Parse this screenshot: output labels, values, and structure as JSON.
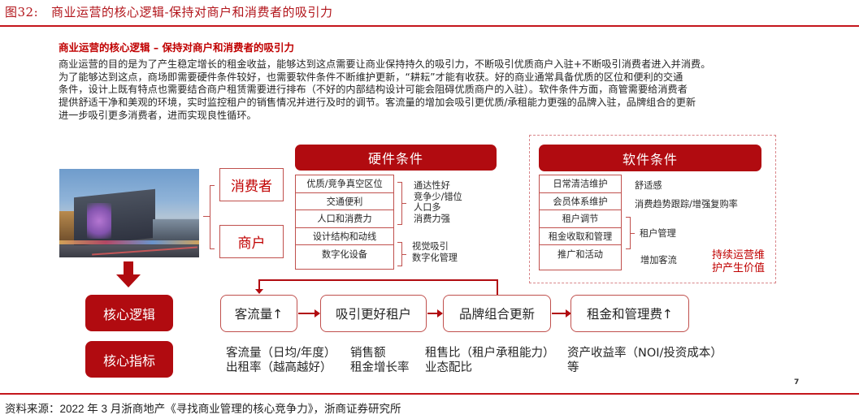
{
  "figure": {
    "label": "图32:",
    "title": "商业运营的核心逻辑-保持对商户和消费者的吸引力"
  },
  "section": {
    "heading": "商业运营的核心逻辑 – 保持对商户和消费者的吸引力",
    "paragraph_lines": [
      "商业运营的目的是为了产生稳定增长的租金收益，能够达到这点需要让商业保持持久的吸引力，不断吸引优质商户入驻+不断吸引消费者进入并消费。",
      "为了能够达到这点，商场即需要硬件条件较好，也需要软件条件不断维护更新，“耕耘”才能有收获。好的商业通常具备优质的区位和便利的交通",
      "条件，设计上既有特点也需要结合商户租赁需要进行排布（不好的内部结构设计可能会阻碍优质商户的入驻）。软件条件方面，商管需要给消费者",
      "提供舒适干净和美观的环境，实时监控租户的销售情况并进行及时的调节。客流量的增加会吸引更优质/承租能力更强的品牌入驻，品牌组合的更新",
      "进一步吸引更多消费者，进而实现良性循环。"
    ]
  },
  "diagram": {
    "photo_alt": "shopping-mall-photo",
    "parties": [
      "消费者",
      "商户"
    ],
    "hardware": {
      "header": "硬件条件",
      "cells": [
        "优质/竞争真空区位",
        "交通便利",
        "人口和消费力",
        "设计结构和动线",
        "数字化设备"
      ],
      "notes_group1": [
        "通达性好",
        "竞争少/错位",
        "人口多",
        "消费力强"
      ],
      "notes_group2": [
        "视觉吸引",
        "数字化管理"
      ]
    },
    "software": {
      "header": "软件条件",
      "cells": [
        "日常清洁维护",
        "会员体系维护",
        "租户调节",
        "租金收取和管理",
        "推广和活动"
      ],
      "notes": {
        "cleaning": "舒适感",
        "membership": "消费趋势跟踪/增强复购率",
        "tenant_mgmt": "租户管理",
        "promotion": "增加客流"
      },
      "highlight_lines": [
        "持续运营维",
        "护产生价值"
      ]
    },
    "core_logic": {
      "label": "核心逻辑",
      "flow": [
        "客流量↑",
        "吸引更好租户",
        "品牌组合更新",
        "租金和管理费↑"
      ]
    },
    "core_metrics": {
      "label": "核心指标",
      "columns": [
        [
          "客流量（日均/年度）",
          "出租率（越高越好）"
        ],
        [
          "销售额",
          "租金增长率"
        ],
        [
          "租售比（租户承租能力）",
          "业态配比"
        ],
        [
          "资产收益率（NOI/投资成本）",
          "等"
        ]
      ]
    },
    "page_number": "7"
  },
  "footer": {
    "source_label": "资料来源：",
    "source_text": "2022 年 3 月浙商地产《寻找商业管理的核心竞争力》，浙商证券研究所"
  },
  "colors": {
    "brand_red": "#b10b10",
    "title_red": "#c4161c",
    "border_red": "#c0504d",
    "dashed_pink": "#d9868a"
  }
}
